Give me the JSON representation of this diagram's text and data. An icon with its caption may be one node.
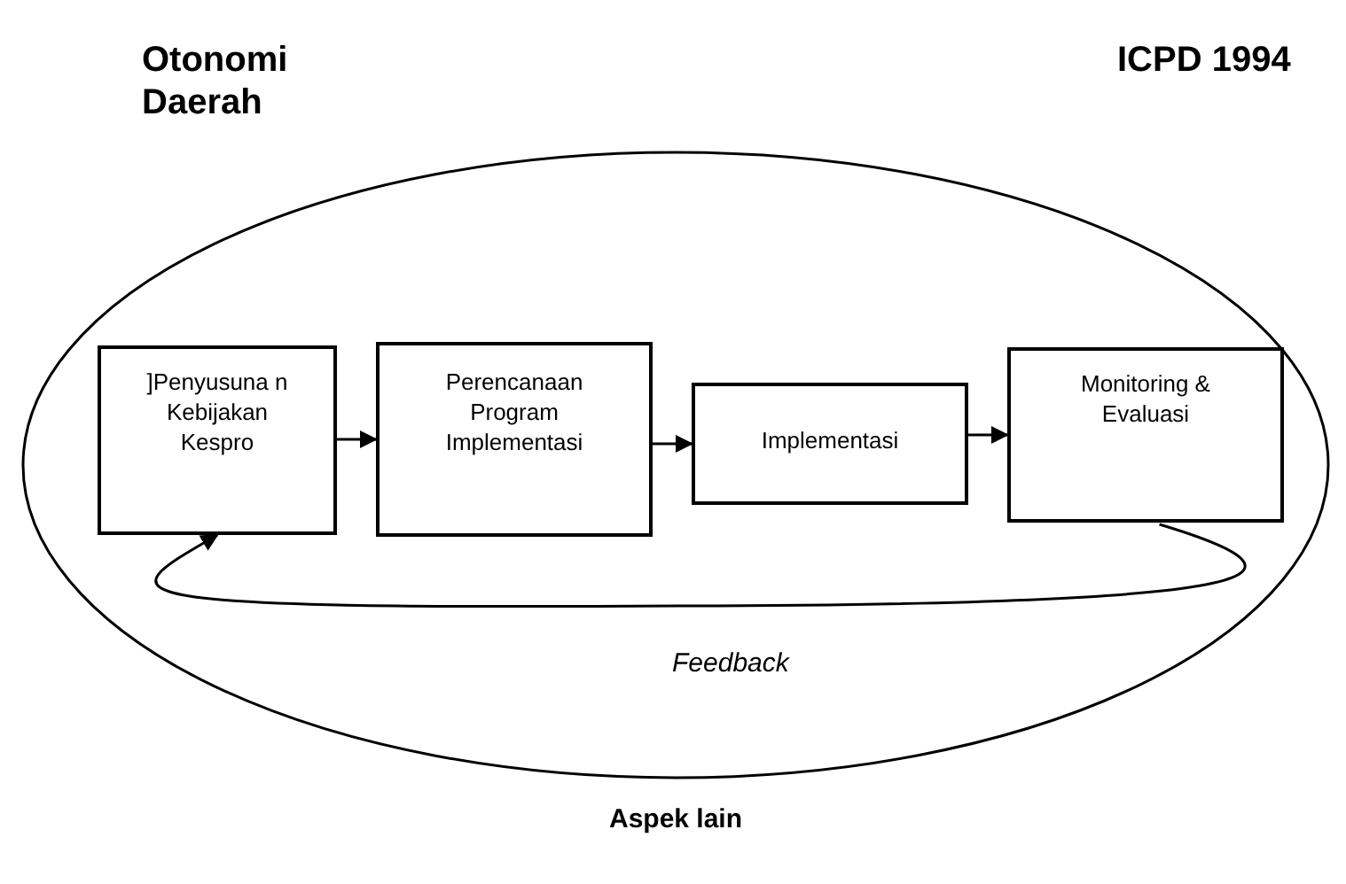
{
  "diagram": {
    "nodes": [
      {
        "text": [],
        "shape": "ellipse",
        "beside": [
          "Aspek lain"
        ]
      },
      {
        "text": [
          "]Penyusuna n Kebijakan Kespro"
        ],
        "in": 0
      },
      {
        "text": [
          "Perencanaan Program Implementasi"
        ],
        "in": 0
      },
      {
        "text": [
          "Implementasi"
        ],
        "in": 0
      },
      {
        "text": [
          "Monitoring & Evaluasi"
        ],
        "in": 0
      }
    ],
    "edges": [
      {
        "from": 1,
        "to": 2,
        "arrow": "to"
      },
      {
        "from": 2,
        "to": 3,
        "arrow": "to"
      },
      {
        "from": 3,
        "to": 4,
        "arrow": "to"
      },
      {
        "from": 4,
        "to": 1,
        "arrow": "to",
        "label": "Feedback"
      }
    ],
    "labels": [
      "Otonomi Daerah",
      "ICPD 1994"
    ]
  }
}
